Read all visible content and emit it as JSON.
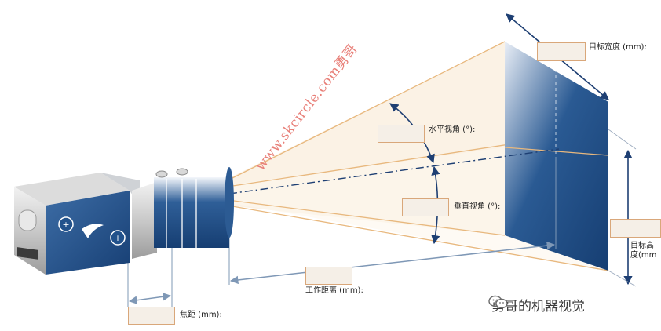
{
  "labels": {
    "target_width": "目标宽度 (mm):",
    "horizontal_fov": "水平视角 (°):",
    "vertical_fov": "垂直视角 (°):",
    "target_height_line1": "目标高",
    "target_height_line2": "度(mm",
    "working_distance": "工作距离 (mm):",
    "focal_length": "焦距 (mm):"
  },
  "watermark": "www.skcircle.com勇哥",
  "brand": "勇哥的机器视觉",
  "icons": [
    "camera-icon",
    "lens-icon",
    "wechat-icon"
  ],
  "colors": {
    "target_blue": "#1f4f88",
    "frustum_fill": "#fbf1e2",
    "frustum_edge": "#e8b87e",
    "arrow_blue": "#1e3f73",
    "dim_line": "#7f98b6",
    "watermark": "#e87f78"
  }
}
